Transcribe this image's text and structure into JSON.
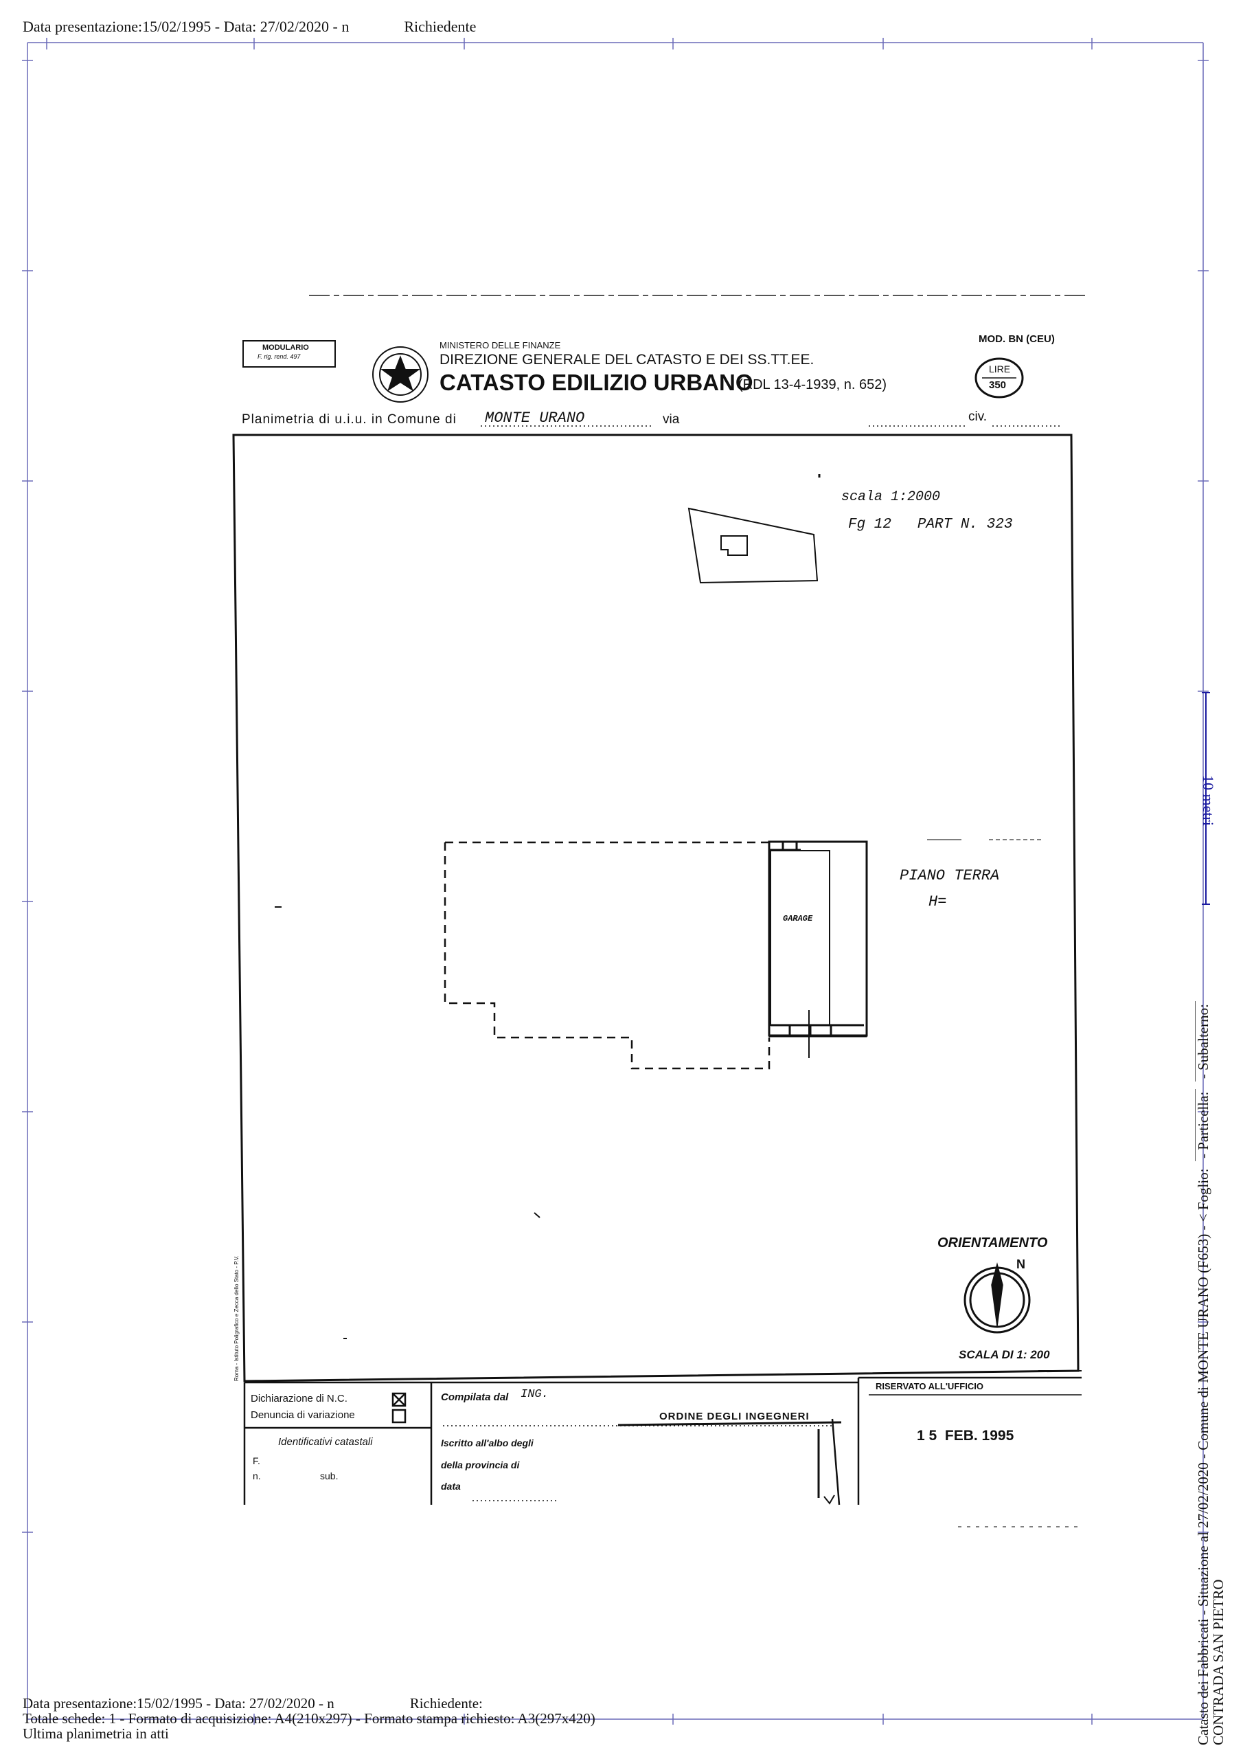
{
  "header": {
    "line": "Data presentazione:15/02/1995 - Data: 27/02/2020 - n",
    "richiedente": "Richiedente"
  },
  "footer": {
    "line1_left": "Data presentazione:15/02/1995 - Data: 27/02/2020 - n",
    "line1_right": "Richiedente:",
    "line2": "Totale schede: 1 - Formato di acquisizione: A4(210x297)  - Formato stampa richiesto: A3(297x420)",
    "line3": "Ultima planimetria in atti"
  },
  "side": {
    "line1_a": "Catasto dei Fabbricati - Situazione al 27/02/2020 - Comune di MONTE URANO (F653) - < Foglio:",
    "line1_b": "- Particella:",
    "line1_c": "- Subalterno:",
    "line2": "CONTRADA SAN PIETRO",
    "scale_bar": "10 metri"
  },
  "form": {
    "modulario": "MODULARIO",
    "modulario_sub": "F. rig. rend. 497",
    "ministero": "MINISTERO DELLE FINANZE",
    "direzione": "DIREZIONE GENERALE DEL CATASTO E DEI SS.TT.EE.",
    "catasto": "CATASTO EDILIZIO URBANO",
    "rdl": "(RDL 13-4-1939, n. 652)",
    "mod": "MOD. BN (CEU)",
    "lire": "LIRE",
    "lire_value": "350",
    "planimetria_prefix": "Planimetria di u.i.u. in Comune di",
    "comune_hand": "MONTE URANO",
    "via": "via",
    "civ": "civ.",
    "scale_note": "scala 1:2000",
    "fg_note": "Fg 12   PART N. 323",
    "piano": "PIANO TERRA",
    "h": "H=",
    "garage": "GARAGE",
    "orientamento": "ORIENTAMENTO",
    "north": "N",
    "scala": "SCALA DI 1: 200",
    "printer": "Roma - Istituto Poligrafico e Zecca dello Stato - P.V.",
    "dichiarazione": "Dichiarazione di N.C.",
    "denuncia": "Denuncia di  variazione",
    "identificativi": "Identificativi catastali",
    "f_label": "F.",
    "n_label": "n.",
    "sub_label": "sub.",
    "compilata": "Compilata dal",
    "compilata_hand": "ING.",
    "ordine": "ORDINE DEGLI INGEGNERI",
    "iscritto": "Iscritto all'albo degli",
    "provincia": "della provincia di",
    "data": "data",
    "riservato": "RISERVATO ALL'UFFICIO",
    "stamp_date": "1 5  FEB. 1995"
  }
}
